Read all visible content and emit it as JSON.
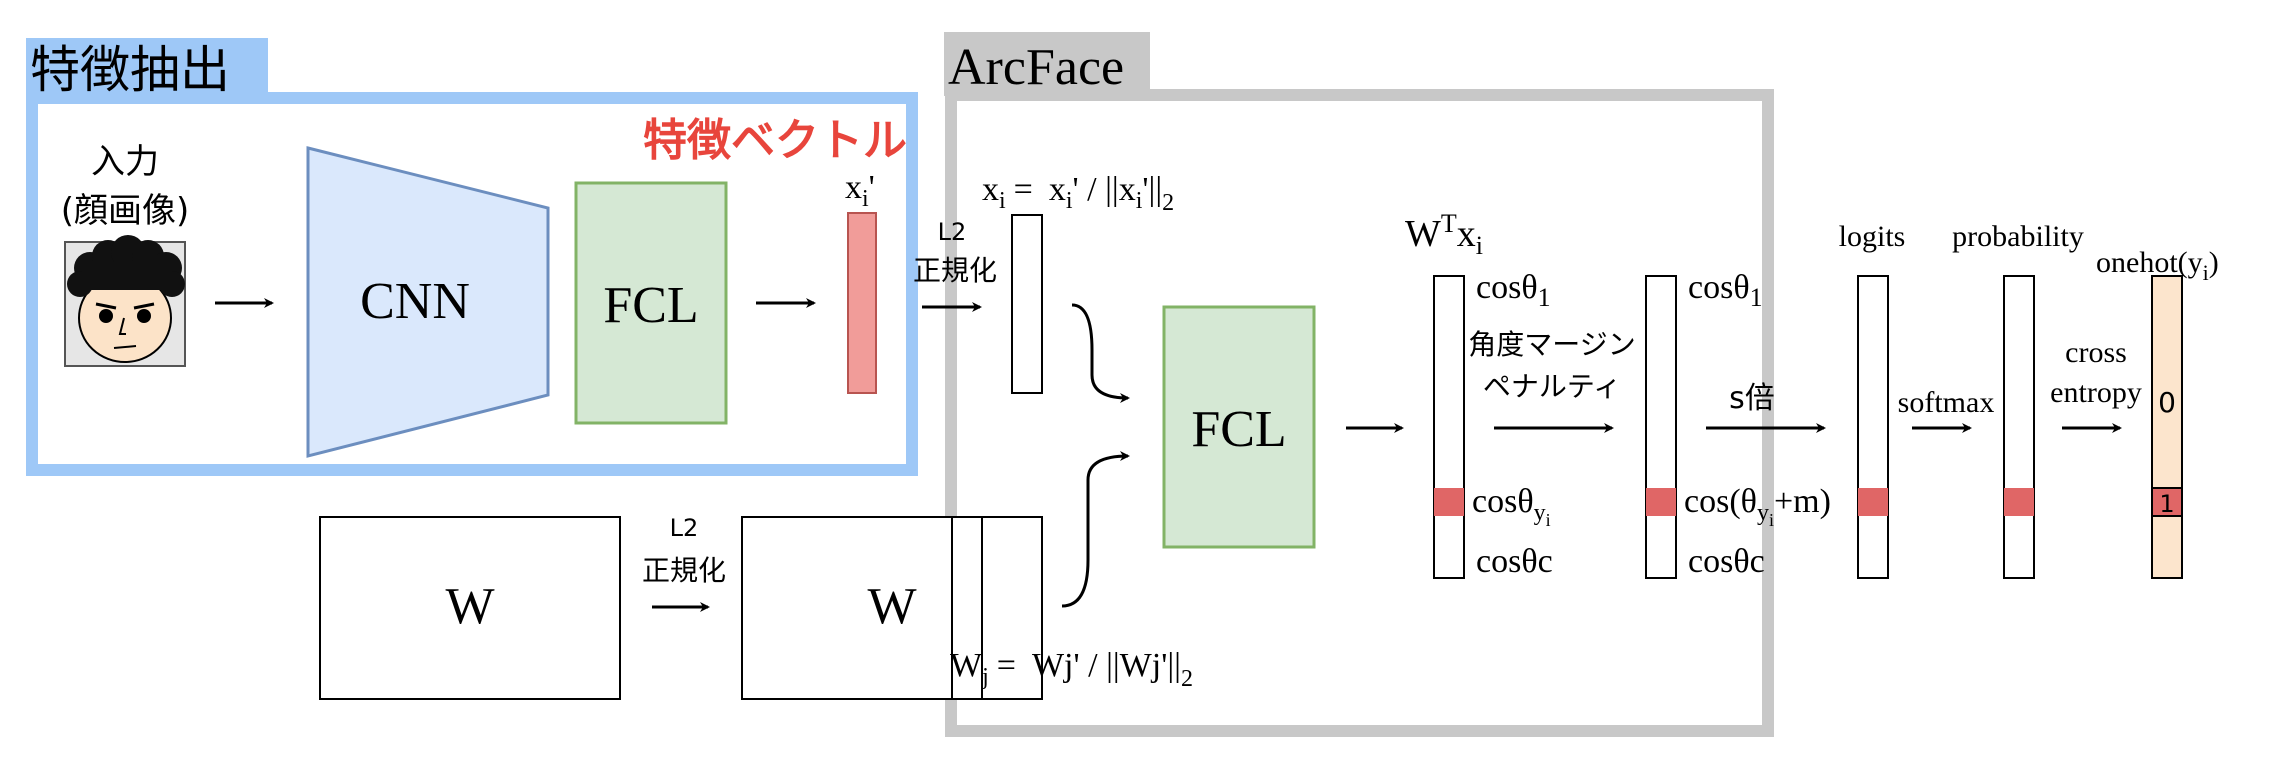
{
  "sections": {
    "feature_extraction": "特徴抽出",
    "arcface": "ArcFace"
  },
  "input": {
    "line1": "入力",
    "line2": "(顔画像)"
  },
  "blocks": {
    "cnn": "CNN",
    "fcl_extract": "FCL",
    "fcl_arcface": "FCL",
    "w_raw": "W",
    "w_norm": "W"
  },
  "feature_vector_label": "特徴ベクトル",
  "xi_prime": "x",
  "xi_prime_sub": "i",
  "xi_prime_suffix": "'",
  "l2_norm": {
    "top": "L2",
    "bottom": "正規化"
  },
  "xi_formula": {
    "lhs": "x",
    "lhs_sub": "i",
    "eq": "=",
    "rhs_a": "x",
    "rhs_sub": "i",
    "rhs_b": "' / ||x",
    "rhs_sub2": "i",
    "rhs_c": "'||",
    "rhs_sub3": "2"
  },
  "wj_formula": {
    "lhs": "W",
    "lhs_sub": "j",
    "eq": "=",
    "rhs": "Wj' / ||Wj'||",
    "rhs_sub": "2"
  },
  "wtx": {
    "w": "W",
    "sup": "T",
    "x": "x",
    "sub": "i"
  },
  "cos_labels": {
    "cos1": "cosθ",
    "cos1_sub": "1",
    "cosy": "cosθ",
    "cosy_sub": "y",
    "cosy_sub2": "i",
    "cosc": "cosθc",
    "cos1b": "cosθ",
    "cos1b_sub": "1",
    "cosm_a": "cos(θ",
    "cosm_sub": "y",
    "cosm_sub2": "i",
    "cosm_b": "+m)",
    "coscb": "cosθc"
  },
  "margin_penalty": {
    "line1": "角度マージン",
    "line2": "ペナルティ"
  },
  "scale_label": "s倍",
  "softmax_label": "softmax",
  "cross_entropy": {
    "line1": "cross",
    "line2": "entropy"
  },
  "column_headers": {
    "logits": "logits",
    "probability": "probability",
    "onehot_a": "onehot(y",
    "onehot_sub": "i",
    "onehot_b": ")"
  },
  "onehot_values": {
    "zero": "0",
    "one": "1"
  },
  "colors": {
    "blue_frame": "#9ec8f7",
    "gray_frame": "#c8c8c8",
    "cnn_fill": "#dae8fc",
    "cnn_stroke": "#6c8ebf",
    "fcl_fill": "#d5e8d4",
    "fcl_stroke": "#82b366",
    "feature_fill": "#f19c99",
    "feature_stroke": "#b85450",
    "highlight": "#e06666",
    "onehot_fill": "#fce5cd",
    "title_red": "#e8453c"
  }
}
